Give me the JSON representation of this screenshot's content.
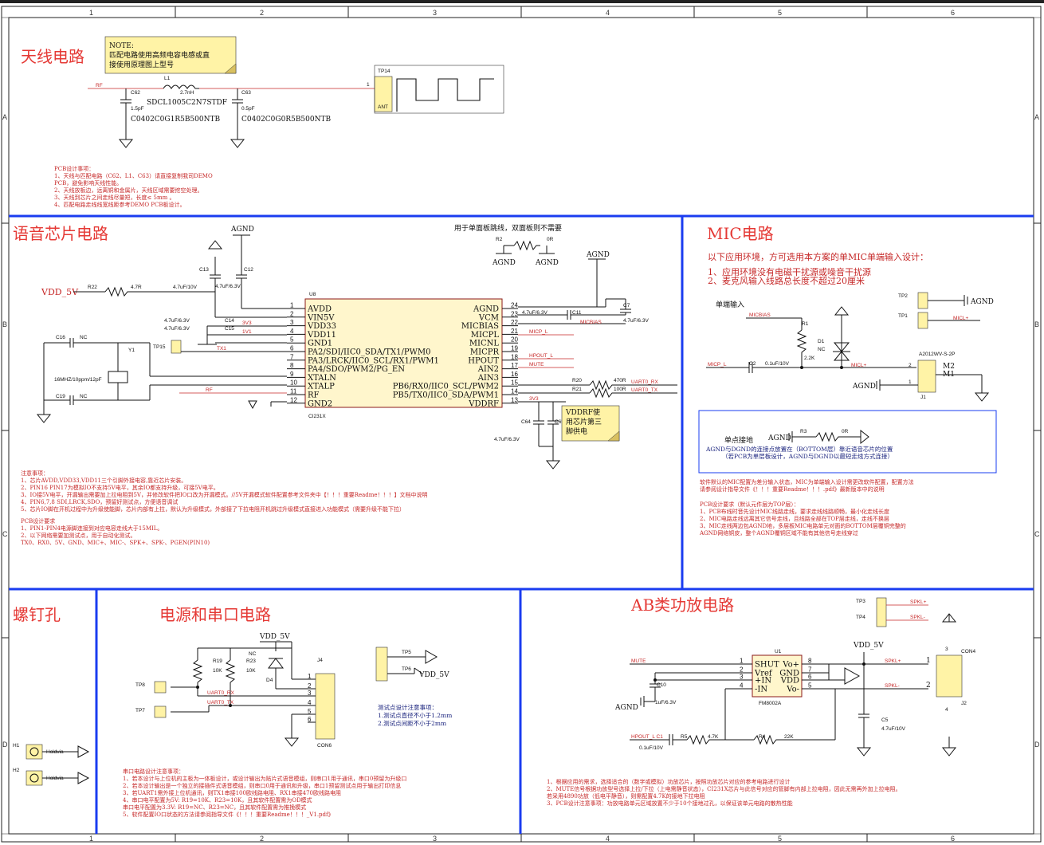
{
  "frame": {
    "col_labels": [
      "1",
      "2",
      "3",
      "4",
      "5",
      "6"
    ],
    "row_labels": [
      "A",
      "B",
      "C",
      "D"
    ]
  },
  "titles": {
    "antenna": "天线电路",
    "voice_chip": "语音芯片电路",
    "mic": "MIC电路",
    "screw_holes": "螺钉孔",
    "power_uart": "电源和串口电路",
    "ab_amp": "AB类功放电路"
  },
  "antenna": {
    "note_lines": [
      "NOTE:",
      "匹配电路使用高频电容电感或直",
      "接使用原理图上型号"
    ],
    "net_rf": "RF",
    "c62_ref": "C62",
    "c62_val": "1.5pF",
    "c62_part": "C0402C0G1R5B500NTB",
    "l1_ref": "L1",
    "l1_val": "2.7nH",
    "l1_part": "SDCL1005C2N7STDF",
    "c63_ref": "C63",
    "c63_val": "0.5pF",
    "c63_part": "C0402C0G0R5B500NTB",
    "tp14": "TP14",
    "tp14_pin": "1",
    "ant": "ANT",
    "pcb_notes": [
      "PCB设计事项：",
      "1、天线与匹配电路（C62、L1、C63）请直接复制我司DEMO",
      "PCB，避免影响天线性能。",
      "2、天线放板边，远离铜和金属片，天线区域需要挖空处理。",
      "3、天线到芯片之间走线尽量短，长度≤ 5mm 。",
      "4、匹配电路走线线宽线距参考DEMO PCB板设计。"
    ]
  },
  "voice": {
    "jumper_note": "用于单面板跳线，双面板则不需要",
    "agnd": "AGND",
    "vdd5v": "VDD_5V",
    "r22": "R22",
    "r22_val": "4.7R",
    "cap47": "4.7uF/10V",
    "c13": "C13",
    "c12": "C12",
    "c13_val": "4.7uF/6.3V",
    "c14": "C14",
    "c15": "C15",
    "c14_val": "4.7uF/6.3V",
    "c15_val": "4.7uF/6.3V",
    "net_3v3": "3V3",
    "net_1v1": "1V1",
    "tp15": "TP15",
    "net_tx1": "TX1",
    "c16": "C16",
    "c19": "C19",
    "nc": "NC",
    "y1": "Y1",
    "crystal": "16MHZ/10ppm/12pF",
    "r2": "R2",
    "r2_val": "0R",
    "u8": "U8",
    "chip_name": "CI231X",
    "left_pins": [
      {
        "num": "1",
        "name": "AVDD"
      },
      {
        "num": "2",
        "name": "VIN5V"
      },
      {
        "num": "3",
        "name": "VDD33"
      },
      {
        "num": "4",
        "name": "VDD11"
      },
      {
        "num": "5",
        "name": "GND1"
      },
      {
        "num": "6",
        "name": "PA2/SDI/IIC0_SDA/TX1/PWM0"
      },
      {
        "num": "7",
        "name": "PA3/LRCK/IIC0_SCL/RX1/PWM1"
      },
      {
        "num": "8",
        "name": "PA4/SDO/PWM2/PG_EN"
      },
      {
        "num": "9",
        "name": "XTALN"
      },
      {
        "num": "10",
        "name": "XTALP"
      },
      {
        "num": "11",
        "name": "RF"
      },
      {
        "num": "12",
        "name": "GND2"
      }
    ],
    "right_pins": [
      {
        "num": "24",
        "name": "AGND"
      },
      {
        "num": "23",
        "name": "VCM"
      },
      {
        "num": "22",
        "name": "MICBIAS"
      },
      {
        "num": "21",
        "name": "MICPL"
      },
      {
        "num": "20",
        "name": "MICNL"
      },
      {
        "num": "19",
        "name": "MICPR"
      },
      {
        "num": "18",
        "name": "HPOUT"
      },
      {
        "num": "17",
        "name": "AIN2"
      },
      {
        "num": "16",
        "name": "AIN3"
      },
      {
        "num": "15",
        "name": "PB6/RX0/IIC0_SCL/PWM2"
      },
      {
        "num": "14",
        "name": "PB5/TX0/IIC0_SDA/PWM1"
      },
      {
        "num": "13",
        "name": "VDDRF"
      }
    ],
    "c11": "C11",
    "c7": "C7",
    "c11_val": "4.7uF/6.3V",
    "c7_val": "4.7uF/6.3V",
    "net_micbias": "MICBIAS",
    "net_micp": "MICP_L",
    "net_hpout": "HPOUT_L",
    "net_mute": "MUTE",
    "r20": "R20",
    "r20_val": "470R",
    "r21": "R21",
    "r21_val": "100R",
    "net_uart_rx": "UART0_RX",
    "net_uart_tx": "UART0_TX",
    "c64": "C64",
    "c65": "C65",
    "c64_val": "4.7uF/6.3V",
    "c65_nc": "NC",
    "vddrf_note": [
      "VDDRF使",
      "用芯片第三",
      "脚供电"
    ],
    "notes": [
      "注意事项：",
      "1、芯片AVDD,VDD33,VDD11三个引脚外接电容,靠近芯片安装。",
      "2、PIN16  PIN17为模拟IO不支持5V电平，其余IO都支持升级，可接5V电平。",
      "3、IO接5V电平，开漏输出需要加上拉电阻到5V，并修改软件把IO口改为开漏模式。//5V开漏模式软件配置参考文件夹中【！！！重要Readme！！！】文档中说明",
      "4、PIN6,7,8 SDI,LRCK,SDO，预留好测试点，方便语音调试",
      "5、芯片IO脚在开机过程中为升级使能脚，芯片内部有上拉，默认为升级模式，外部接了下拉电阻开机跳过升级模式直接进入功能模式（需要升级不能下拉）",
      "",
      "PCB设计要求",
      "1、PIN1-PIN4电源脚连接到对应电容走线大于15MIL。",
      "2、以下网络需要加测试点，用于自动化测试。",
      "TX0、RX0、5V、GND、MIC+、MIC-、SPK+、SPK-、PGEN(PIN10)"
    ]
  },
  "mic": {
    "intro": "以下应用环境，方可选用本方案的单MIC单端输入设计：",
    "cond1": "1、应用环境没有电磁干扰源或噪音干扰源",
    "cond2": "2、麦克风输入线路总长度不超过20厘米",
    "single_input": "单端输入",
    "tp2": "TP2",
    "tp1": "TP1",
    "agnd": "AGND",
    "micl_plus": "MICL+",
    "micbias": "MICBIAS",
    "r1": "R1",
    "r1_val": "2.2K",
    "d1": "D1",
    "d1_nc": "NC",
    "micp": "MICP_L",
    "c2": "C2",
    "c2_val": "0.1uF/10V",
    "j1_part": "A2012WV-S-2P",
    "j1": "J1",
    "m2": "M2",
    "m1": "M1",
    "pin2": "2",
    "pin1": "1",
    "single_ground": "单点接地",
    "r3": "R3",
    "r3_val": "0R",
    "sg_note1": "AGND与DGND的连接点放置在（BOTTOM层）靠近语音芯片的位置",
    "sg_note2": "（若PCB为单层板设计，AGND与DGND以最短走线方式连接）",
    "sw_note1": "软件默认的MIC配置为差分输入状态，MIC为单端输入设计需更改软件配置，配置方法",
    "sw_note2": "请参阅设计指导文件《！！！重要Readme！！！.pdf》最新版本中的说明",
    "pcb_notes": [
      "PCB设计要求（默认元件层为TOP层）：",
      "1、PCB布线时音先设计MIC线路走线，要求走线线路顺畅，最小化走线长度",
      "2、MIC电路走线远离其它信号走线，且线路全部在TOP层走线，走线不换层",
      "3、MIC走线两边包AGND地，多层板MIC电路单元对面的BOTTOM层覆铜完整的",
      "       AGND网络铜皮，整个AGND覆铜区域不能有其他信号走线穿过"
    ]
  },
  "screw": {
    "h1": "H1",
    "h2": "H2",
    "holdvia": "Holdvia"
  },
  "power": {
    "vdd5v": "VDD_5V",
    "vdd5v_tp": "VDD_5V",
    "nc": "NC",
    "d4": "D4",
    "r19": "R19",
    "r19_val": "10K",
    "r23": "R23",
    "r23_val": "10K",
    "j4": "J4",
    "con6": "CON6",
    "uart_rx": "UART0_RX",
    "uart_tx": "UART0_TX",
    "tp8": "TP8",
    "tp7": "TP7",
    "tp5": "TP5",
    "tp6": "TP6",
    "pins": [
      "1",
      "2",
      "3",
      "4",
      "5",
      "6"
    ],
    "tp_notes": [
      "测试点设计注意事项：",
      "1.测试点直径不小于1.2mm",
      "2.测试点间距不小于2mm"
    ],
    "notes": [
      "串口电路设计注意事项：",
      "1、若本设计与上位机的主板为一体板设计，或设计输出为贴片式语音模组，则串口1用于通讯，串口0预留为升级口",
      "2、若本设计输出是一个独立的接插件式语音模组，则串口0用于通讯和升级，串口1预留测试点用于输出打印信息",
      "3、若UART1需外接上位机通讯，则TX1串接100欧线路电阻、RX1串接470欧线路电阻",
      "4、串口电平配置为5V: R19=10K、R23=10K，且其软件配置需为OD模式",
      "       串口电平配置为3.3V: R19=NC、R23=NC，且其软件配置需为推挽模式",
      "5、软件配置IO口状态的方法请参阅指导文件《！！！重要Readme！！！_V1.pdf》"
    ]
  },
  "amp": {
    "tp3": "TP3",
    "tp4": "TP4",
    "spkl_plus": "SPKL+",
    "spkl_minus": "SPKL-",
    "vdd5v": "VDD_5V",
    "mute": "MUTE",
    "u1": "U1",
    "chip": "FM8002A",
    "left_pins": [
      {
        "num": "1",
        "name": "SHUT"
      },
      {
        "num": "2",
        "name": "Vref"
      },
      {
        "num": "3",
        "name": "+IN"
      },
      {
        "num": "4",
        "name": "-IN"
      }
    ],
    "right_pins": [
      {
        "num": "8",
        "name": "Vo+"
      },
      {
        "num": "7",
        "name": "GND"
      },
      {
        "num": "6",
        "name": "VDD"
      },
      {
        "num": "5",
        "name": "Vo-"
      }
    ],
    "c10": "C10",
    "c10_val": "1uF/6.3V",
    "agnd": "AGND",
    "hpout": "HPOUT_L C1",
    "c1_val": "0.1uF/10V",
    "r5": "R5",
    "r5_val": "4.7K",
    "r4": "R4",
    "r4_val": "22K",
    "c5": "C5",
    "c5_val": "4.7uF/10V",
    "con4": "CON4",
    "j2": "J2",
    "con_pin1": "1",
    "con_pin2": "2",
    "con_pin3": "3",
    "con_pin4": "4",
    "notes": [
      "1、根据应用的需求，选择适合的（数字或模拟）功放芯片，按照功放芯片对应的参考电路进行设计",
      "2、MUTE信号根据功放型号选择上拉/下拉（上电需静音状态），CI231X芯片与此信号对应的管脚有内部上拉电阻，因此无需再外加上拉电阻。",
      "若采用4890功放（低电平静音），则需配置4.7K的接地下拉电阻",
      "3、PCB设计注意事项：功放电路单元区域放置不少于10个接地过孔，以保证该单元电路的散热性能"
    ]
  },
  "colors": {
    "red": "#c62828",
    "title": "#e53935",
    "blue_frame": "#1a3cf0",
    "chip_fill": "#fff6cc",
    "note_fill": "#fff3a6"
  }
}
